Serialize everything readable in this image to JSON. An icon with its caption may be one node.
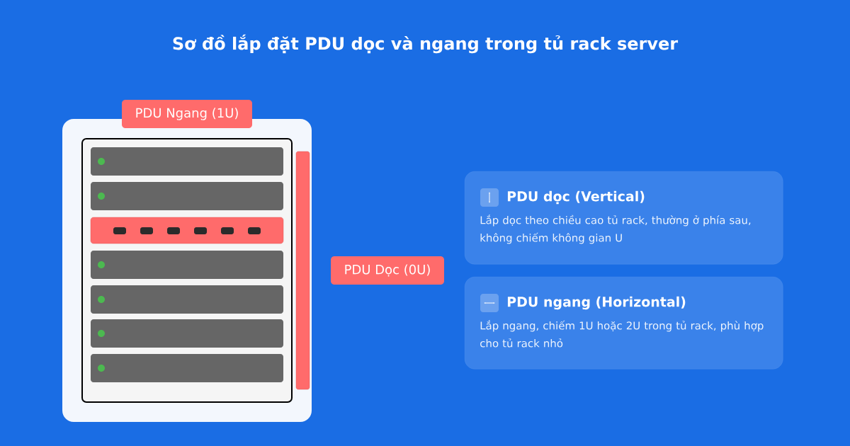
{
  "diagram": {
    "title": "Sơ đồ lắp đặt PDU dọc và ngang trong tủ rack server",
    "nodes": [
      {
        "text": [
          "PDU Ngang (1U)"
        ]
      },
      {
        "text": [
          "PDU Dọc (0U)"
        ]
      },
      {
        "text": [
          "PDU dọc (Vertical)",
          "Lắp dọc theo chiều cao tủ rack, thường ở phía sau, không chiếm không gian U"
        ]
      },
      {
        "text": [
          "PDU ngang (Horizontal)",
          "Lắp ngang, chiếm 1U hoặc 2U trong tủ rack, phù hợp cho tủ rack nhỏ"
        ]
      }
    ]
  }
}
